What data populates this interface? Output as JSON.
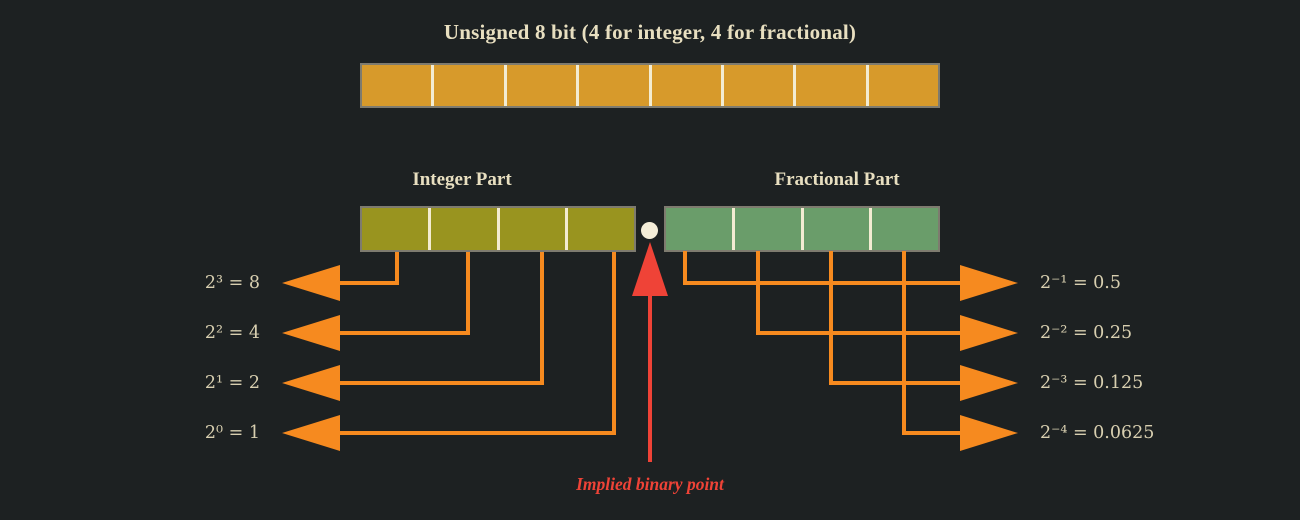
{
  "title": "Unsigned 8 bit (4 for integer, 4 for fractional)",
  "top_bar": {
    "bits": 8
  },
  "integer_part": {
    "label": "Integer Part",
    "bits": 4
  },
  "fractional_part": {
    "label": "Fractional Part",
    "bits": 4
  },
  "integer_weights": [
    "2³ = 8",
    "2² = 4",
    "2¹ = 2",
    "2⁰ = 1"
  ],
  "fractional_weights": [
    "2⁻¹ = 0.5",
    "2⁻² = 0.25",
    "2⁻³ = 0.125",
    "2⁻⁴ = 0.0625"
  ],
  "binary_point": {
    "label": "Implied binary point"
  },
  "colors": {
    "background": "#1d2122",
    "top_bar": "#d79a2b",
    "integer_bar": "#99941f",
    "fractional_bar": "#6a9d6a",
    "connector_orange": "#f68a1f",
    "pointer_red": "#ef4337",
    "cell_separator": "#f3ecd2",
    "text_cream": "#e8dfc0"
  }
}
